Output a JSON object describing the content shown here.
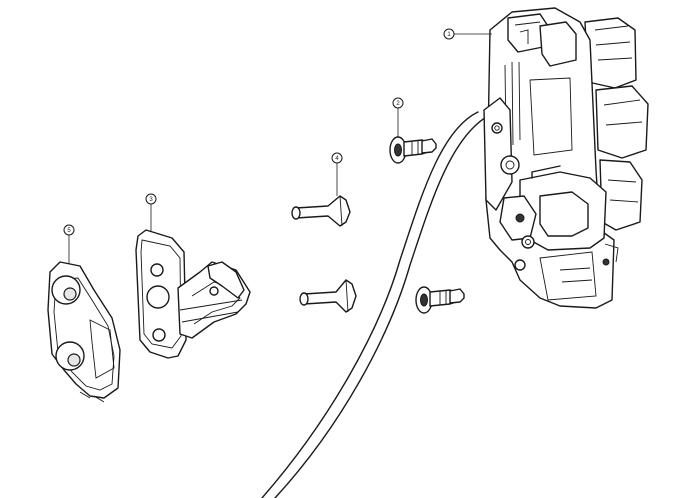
{
  "callouts": [
    {
      "id": "callout-1",
      "label": "1"
    },
    {
      "id": "callout-2",
      "label": "2"
    },
    {
      "id": "callout-3",
      "label": "3"
    },
    {
      "id": "callout-4",
      "label": "4"
    },
    {
      "id": "callout-5",
      "label": "5"
    }
  ],
  "parts": [
    {
      "callout": "1",
      "kind": "door-latch-assembly"
    },
    {
      "callout": "2",
      "kind": "shoulder-bolt"
    },
    {
      "callout": "3",
      "kind": "striker"
    },
    {
      "callout": "4",
      "kind": "flat-head-screw"
    },
    {
      "callout": "5",
      "kind": "striker-shim"
    }
  ]
}
